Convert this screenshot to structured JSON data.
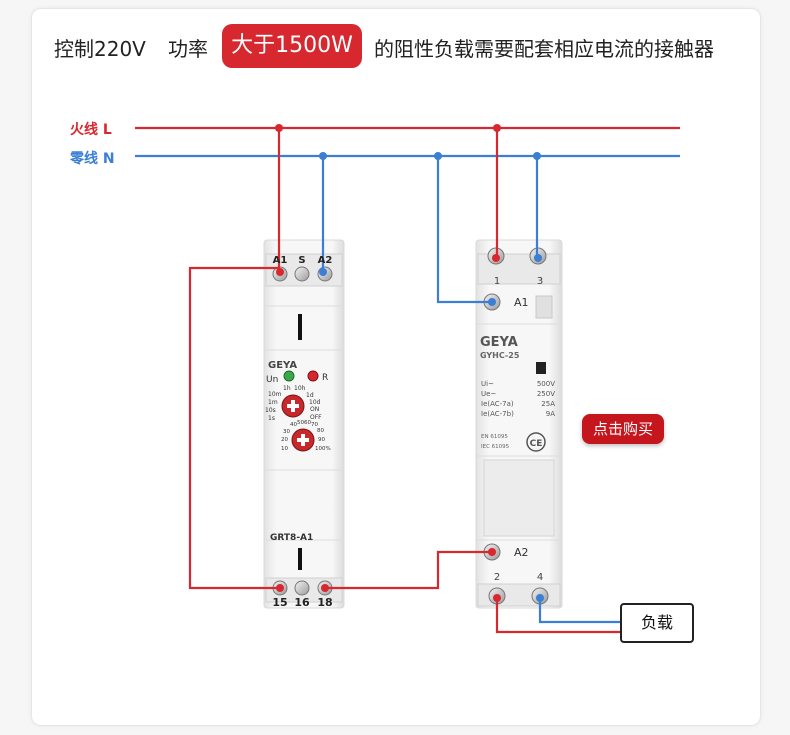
{
  "heading": {
    "part1": "控制220V",
    "part2": "功率",
    "highlight": "大于1500W",
    "part3": "的阻性负载需要配套相应电流的接触器"
  },
  "lines": {
    "live_label": "火线 L",
    "neutral_label": "零线 N",
    "live_color": "#d7282f",
    "neutral_color": "#3a7fd5"
  },
  "timer_relay": {
    "top_terminals": [
      "A1",
      "S",
      "A2"
    ],
    "brand": "GEYA",
    "led_un": "Un",
    "led_r": "R",
    "time_range_labels": [
      "1h",
      "10h",
      "10m",
      "1d",
      "1m",
      "10d",
      "10s",
      "ON",
      "1s",
      "OFF"
    ],
    "percent_labels": [
      "40",
      "50",
      "60",
      "70",
      "30",
      "80",
      "20",
      "90",
      "10",
      "100%"
    ],
    "model": "GRT8-A1",
    "bottom_terminals": [
      "15",
      "16",
      "18"
    ]
  },
  "contactor": {
    "top_terminals": [
      "1",
      "3"
    ],
    "coil_a1": "A1",
    "coil_a2": "A2",
    "brand": "GEYA",
    "model": "GYHC-25",
    "spec_keys": [
      "Ui~",
      "Ue~",
      "Ie(AC-7a)",
      "Ie(AC-7b)"
    ],
    "spec_values": [
      "500V",
      "250V",
      "25A",
      "9A"
    ],
    "standards": [
      "EN 61095",
      "IEC 61095"
    ],
    "ce": "CE",
    "bottom_terminals": [
      "2",
      "4"
    ]
  },
  "buy_button": "点击购买",
  "load_label": "负载"
}
